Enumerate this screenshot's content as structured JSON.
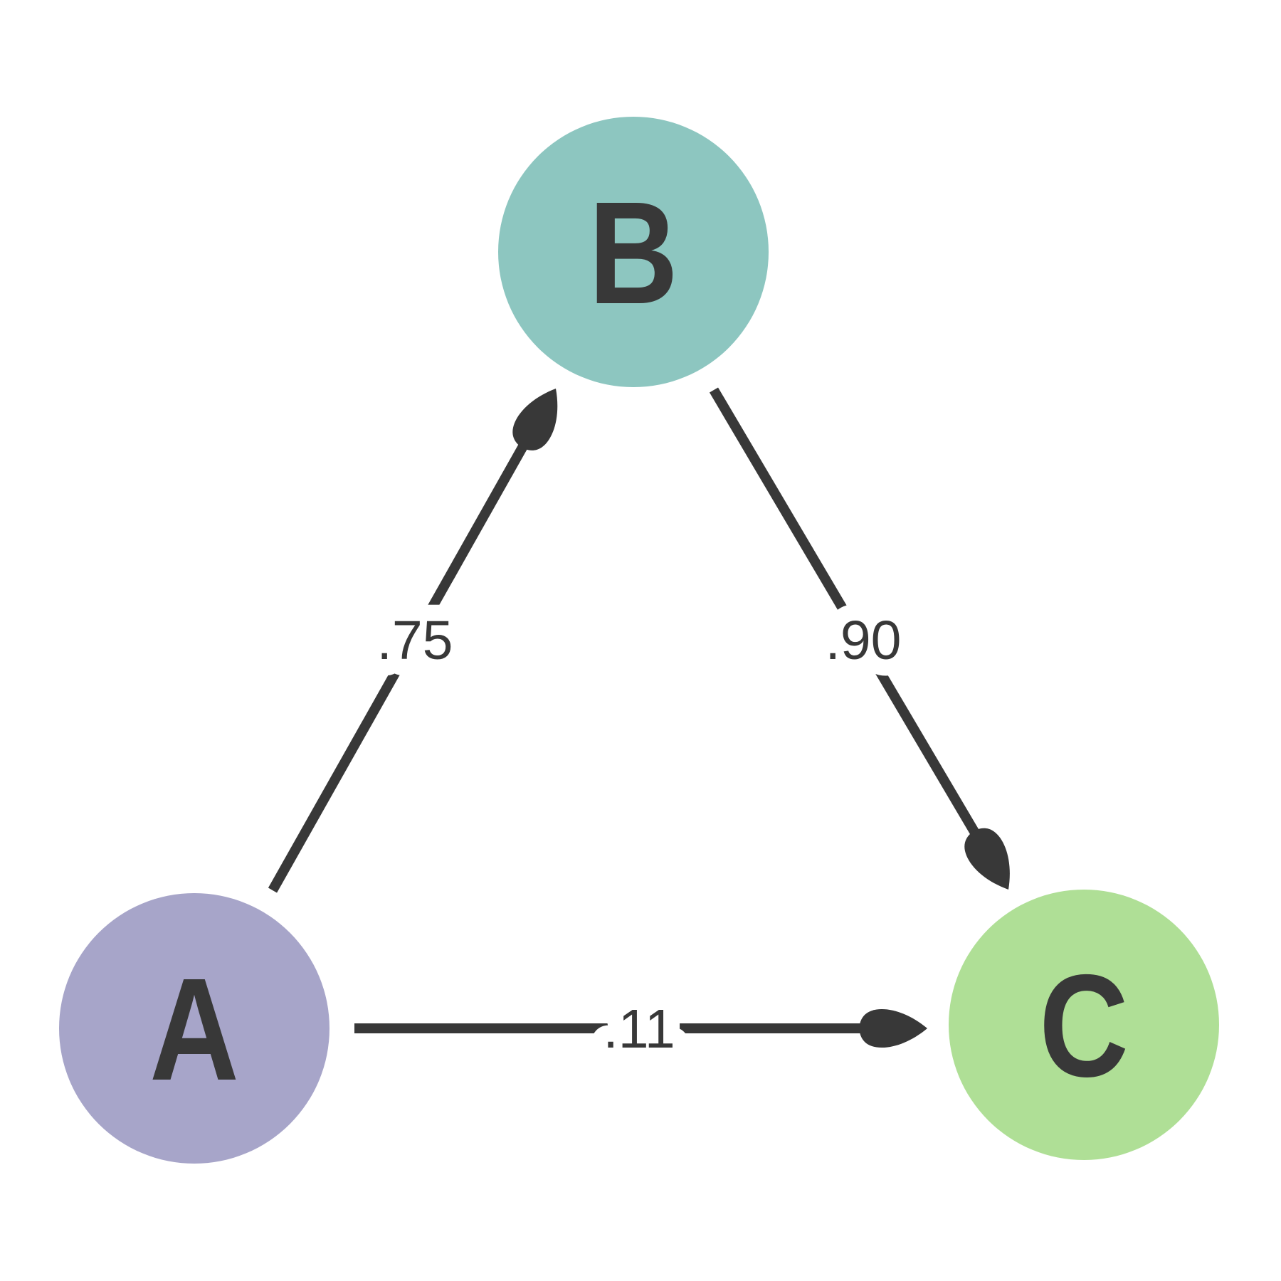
{
  "diagram": {
    "type": "directed-graph",
    "background_color": "#ffffff",
    "edge_color": "#383838",
    "text_color": "#383838"
  },
  "nodes": [
    {
      "id": "A",
      "label": "A",
      "color": "#a7a5c9"
    },
    {
      "id": "B",
      "label": "B",
      "color": "#8dc6c0"
    },
    {
      "id": "C",
      "label": "C",
      "color": "#afdf96"
    }
  ],
  "edges": [
    {
      "from": "A",
      "to": "B",
      "weight": ".75"
    },
    {
      "from": "B",
      "to": "C",
      "weight": ".90"
    },
    {
      "from": "A",
      "to": "C",
      "weight": ".11"
    }
  ]
}
